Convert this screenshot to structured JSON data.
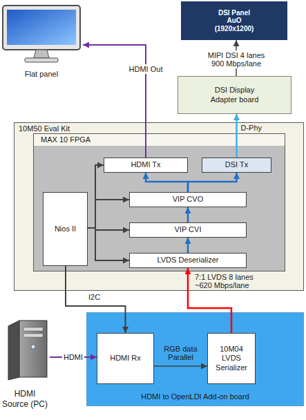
{
  "diagram": {
    "nodes": [
      {
        "text": [
          "DSI Panel AuO (1920x1200)"
        ]
      },
      {
        "text": [
          "Flat panel"
        ]
      },
      {
        "text": [
          "DSI Display Adapter board"
        ]
      },
      {
        "text": [
          "10M50 Eval Kit"
        ]
      },
      {
        "text": [
          "MAX 10 FPGA"
        ],
        "in": 3
      },
      {
        "text": [
          "HDMI Tx"
        ],
        "in": 4
      },
      {
        "text": [
          "DSI Tx"
        ],
        "in": 4
      },
      {
        "text": [
          "Nios II"
        ],
        "in": 4
      },
      {
        "text": [
          "VIP CVO"
        ],
        "in": 4
      },
      {
        "text": [
          "VIP CVI"
        ],
        "in": 4
      },
      {
        "text": [
          "LVDS Deserializer"
        ],
        "in": 4
      },
      {
        "text": [
          "HDMI Source (PC)"
        ]
      },
      {
        "text": [
          "HDMI to OpenLDI Add-on board"
        ]
      },
      {
        "text": [
          "HDMI Rx"
        ],
        "in": 12
      },
      {
        "text": [
          "10M04 LVDS Serializer"
        ],
        "in": 12
      }
    ],
    "edges": [
      {
        "from": 5,
        "to": 1,
        "label": "HDMI Out",
        "arrow": "to"
      },
      {
        "from": 6,
        "to": 2,
        "label": "D-Phy",
        "arrow": "to"
      },
      {
        "from": 2,
        "to": 0,
        "label": "MIPI DSI 4 lanes 900 Mbps/lane",
        "arrow": "to"
      },
      {
        "from": 7,
        "to": 5,
        "arrow": "to"
      },
      {
        "from": 7,
        "to": 8,
        "arrow": "to"
      },
      {
        "from": 7,
        "to": 9,
        "arrow": "to"
      },
      {
        "from": 7,
        "to": 10,
        "arrow": "to"
      },
      {
        "from": 7,
        "to": 13,
        "label": "I2C",
        "arrow": "to"
      },
      {
        "from": 14,
        "to": 10,
        "label": "7:1 LVDS 8 lanes ~620 Mbps/lane",
        "arrow": "to"
      },
      {
        "from": 10,
        "to": 9,
        "arrow": "to"
      },
      {
        "from": 9,
        "to": 8,
        "arrow": "to"
      },
      {
        "from": 8,
        "to": 5,
        "arrow": "to"
      },
      {
        "from": 8,
        "to": 6,
        "arrow": "to"
      },
      {
        "from": 11,
        "to": 13,
        "label": "HDMI",
        "arrow": "to"
      },
      {
        "from": 13,
        "to": 14,
        "label": "RGB data Parallel",
        "arrow": "to"
      }
    ]
  }
}
